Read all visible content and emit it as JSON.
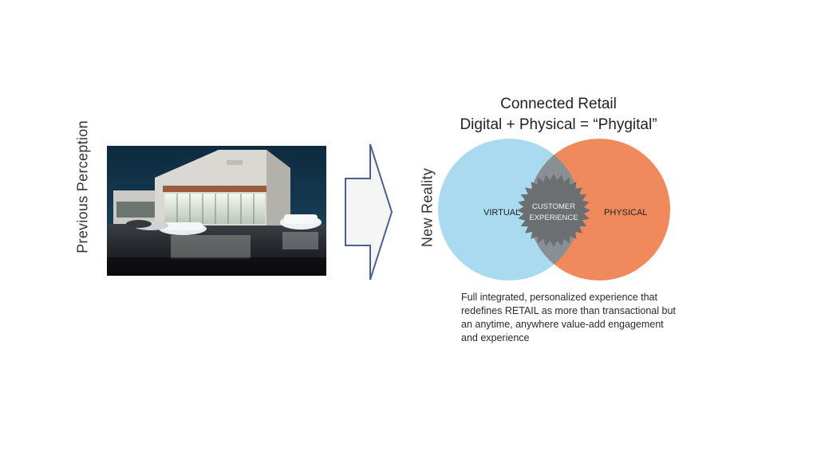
{
  "left": {
    "label": "Previous Perception"
  },
  "right": {
    "label": "New Reality",
    "title_line1": "Connected Retail",
    "title_line2": "Digital + Physical = “Phygital”",
    "venn": {
      "left_circle": "VIRTUAL",
      "right_circle": "PHYSICAL",
      "center_line1": "CUSTOMER",
      "center_line2": "EXPERIENCE",
      "colors": {
        "virtual": "#a9daf0",
        "physical": "#f08a5d",
        "overlap": "#8a8f94",
        "badge": "#6b6f72"
      }
    },
    "description": "Full integrated, personalized experience that redefines RETAIL as more than transactional but an anytime, anywhere value-add engagement and experience"
  },
  "arrow": {
    "icon": "right-arrow-icon"
  },
  "photo": {
    "subject": "car-dealership-photo"
  }
}
